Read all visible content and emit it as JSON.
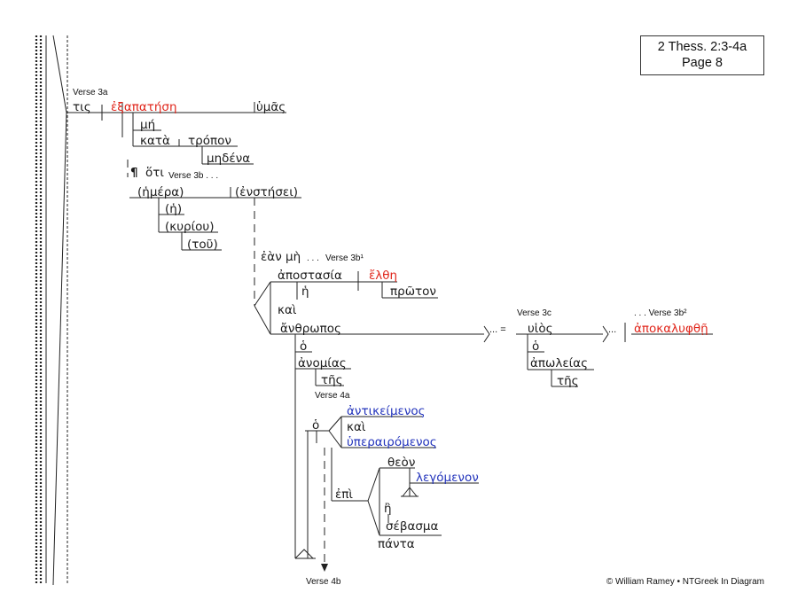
{
  "header": {
    "reference": "2 Thess. 2:3-4a",
    "page": "Page 8"
  },
  "labels": {
    "v3a": "Verse 3a",
    "v3b": "Verse 3b . . .",
    "v3b1": "Verse 3b¹",
    "v3c": "Verse 3c",
    "v3b2": ". . . Verse 3b²",
    "v4a": "Verse 4a",
    "v4b": "Verse 4b"
  },
  "words": {
    "tis": "τις",
    "exapatese": "ἐξαπατήση",
    "hymas": "ὑμᾶς",
    "me": "μή",
    "kata": "κατὰ",
    "tropon": "τρόπον",
    "medena": "μηδένα",
    "pilcrow": "¶",
    "hoti": "ὅτι",
    "hemera": "(ἡμέρα)",
    "enestesei": "(ἐνστήσει)",
    "he_art": "(ἡ)",
    "kyriou": "(κυρίου)",
    "tou_art": "(τοῦ)",
    "ean_me": "ἐὰν μὴ",
    "dots": ". . .",
    "apostasia": "ἀποστασία",
    "elthe": "ἔλθη",
    "he_art2": "ἡ",
    "proton": "πρῶτον",
    "kai": "καὶ",
    "anthropos": "ἄνθρωπος",
    "equals_dots": "... =",
    "huios": "υἱὸς",
    "ho": "ὁ",
    "apoleias": "ἀπωλείας",
    "tes": "τῆς",
    "dots_right": "...",
    "apokalyphthe": "ἀποκαλυφθῇ",
    "anomias": "ἀνομίας",
    "tes2": "τῆς",
    "ho2": "ὁ",
    "antikeimenos": "ἀντικείμενος",
    "kai2": "καὶ",
    "hyperairomenos": "ὑπεραιρόμενος",
    "theon": "θεὸν",
    "legomenon": "λεγόμενον",
    "epi": "ἐπὶ",
    "e_or": "ἢ",
    "sebasma": "σέβασμα",
    "panta": "πάντα"
  },
  "footer": {
    "copyright": "© William Ramey • NTGreek In Diagram"
  },
  "colors": {
    "finite_verb": "#e0261b",
    "participle": "#2233bb",
    "text": "#1a1a1a"
  }
}
